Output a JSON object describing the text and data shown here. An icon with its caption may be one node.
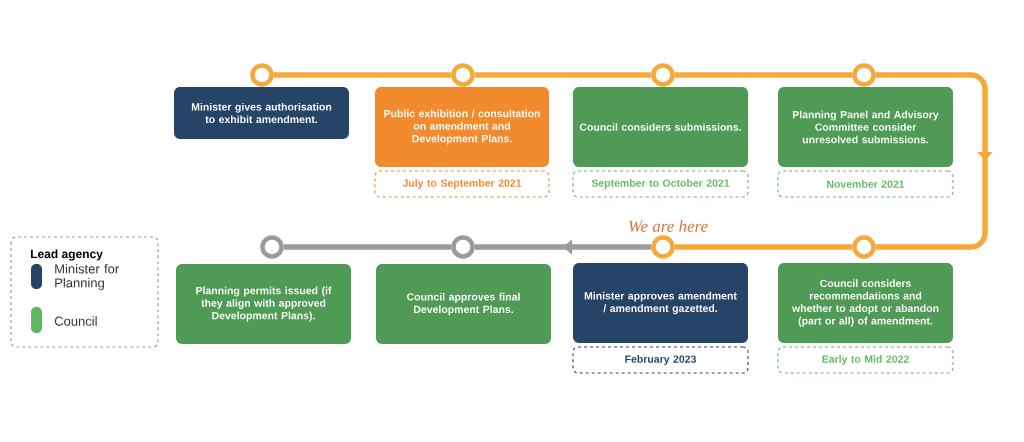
{
  "diagram": {
    "nodes": [
      {
        "text": [
          "Minister gives authorisation to exhibit amendment."
        ]
      },
      {
        "text": [
          "Public exhibition / consultation on amendment and Development Plans."
        ],
        "beside": [
          "July to September 2021"
        ]
      },
      {
        "text": [
          "Council considers submissions."
        ],
        "beside": [
          "September to October 2021"
        ]
      },
      {
        "text": [
          "Planning Panel and Advisory Committee consider unresolved submissions."
        ],
        "beside": [
          "November 2021"
        ]
      },
      {
        "text": [
          "Planning permits issued (if they align with approved Development Plans)."
        ]
      },
      {
        "text": [
          "Council approves final Development Plans."
        ]
      },
      {
        "text": [
          "Minister approves amendment / amendment gazetted."
        ],
        "beside": [
          "February 2023"
        ]
      },
      {
        "text": [
          "Council considers recommendations and whether to adopt or abandon (part or all) of amendment."
        ],
        "beside": [
          "Early to Mid 2022"
        ]
      },
      {
        "text": [],
        "shape": "circle"
      },
      {
        "text": [],
        "shape": "circle"
      },
      {
        "text": [],
        "shape": "circle"
      },
      {
        "text": [],
        "shape": "circle"
      },
      {
        "text": [],
        "shape": "circle"
      },
      {
        "text": [],
        "shape": "circle"
      },
      {
        "text": [],
        "shape": "circle"
      },
      {
        "text": [],
        "shape": "circle"
      }
    ],
    "edges": [
      {
        "from": 8,
        "to": 9,
        "arrow": "none"
      },
      {
        "from": 9,
        "to": 10,
        "arrow": "none"
      },
      {
        "from": 10,
        "to": 11,
        "arrow": "none"
      },
      {
        "from": 11,
        "to": 15,
        "arrow": "to"
      },
      {
        "from": 15,
        "to": 14,
        "arrow": "none"
      },
      {
        "from": 14,
        "to": 13,
        "arrow": "to",
        "color": "#9b9b9b"
      },
      {
        "from": 13,
        "to": 12,
        "arrow": "none",
        "color": "#9b9b9b"
      }
    ],
    "labels": [
      "We are here",
      "Lead agency"
    ],
    "legend": [
      {
        "text": "Minister for Planning",
        "color": "#264468"
      },
      {
        "text": "Council",
        "color": "#5fb760"
      }
    ]
  }
}
